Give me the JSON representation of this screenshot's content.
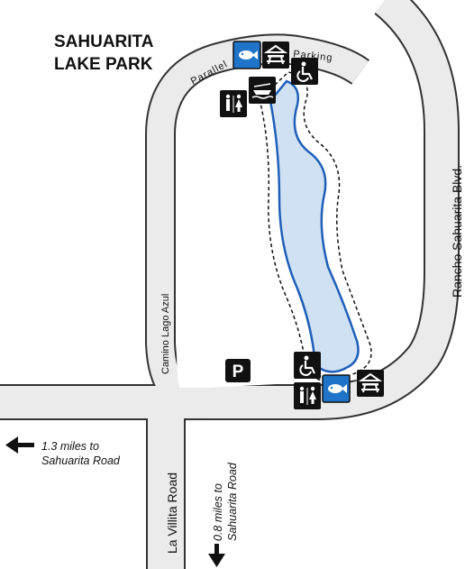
{
  "title": {
    "line1": "SAHUARITA",
    "line2": "LAKE PARK"
  },
  "roads": {
    "rancho_sahuarita": "Rancho Sahuarita Blvd.",
    "camino_lago_azul": "Camino Lago Azul",
    "la_villita": "La Villita Road",
    "parallel_parking_1": "Parallel",
    "parallel_parking_2": "Parking"
  },
  "directions": {
    "west_line1": "1.3 miles to",
    "west_line2": "Sahuarita Road",
    "south_line1": "0.8 miles to",
    "south_line2": "Sahuarita Road"
  },
  "parking_letter": "P",
  "icons": [
    "fishing-icon",
    "picnic-icon",
    "accessible-icon",
    "restroom-icon",
    "boat-launch-icon",
    "parking-icon",
    "arrow-west-icon",
    "arrow-south-icon"
  ],
  "colors": {
    "road_fill": "#ebebeb",
    "road_outline": "#333333",
    "lake_fill": "#cfe1f3",
    "lake_outline": "#1f5fb8",
    "fish_icon": "#1f73c8",
    "icon_bg": "#111111"
  }
}
